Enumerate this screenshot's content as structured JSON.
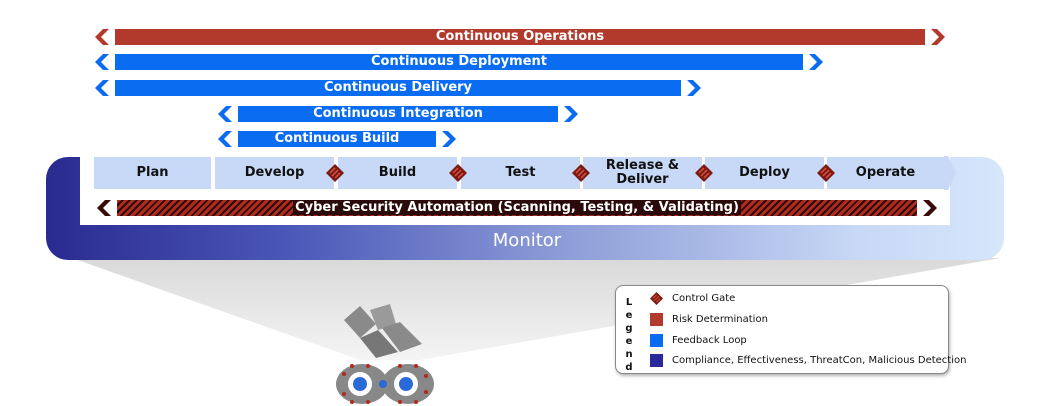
{
  "bars": {
    "operations": {
      "label": "Continuous Operations",
      "color": "#b23a2c"
    },
    "deployment": {
      "label": "Continuous Deployment",
      "color": "#0a6cf0"
    },
    "delivery": {
      "label": "Continuous Delivery",
      "color": "#0a6cf0"
    },
    "integration": {
      "label": "Continuous Integration",
      "color": "#0a6cf0"
    },
    "build": {
      "label": "Continuous Build",
      "color": "#0a6cf0"
    }
  },
  "phases": [
    "Plan",
    "Develop",
    "Build",
    "Test",
    "Release & Deliver",
    "Deploy",
    "Operate"
  ],
  "cyber": {
    "label": "Cyber Security Automation (Scanning, Testing, & Validating)"
  },
  "monitor": {
    "label": "Monitor"
  },
  "legend": {
    "title": "Legend",
    "items": [
      {
        "label": "Control Gate",
        "icon": "control-gate-icon"
      },
      {
        "label": "Risk Determination",
        "color": "#b23a2c"
      },
      {
        "label": "Feedback Loop",
        "color": "#0a6cf0"
      },
      {
        "label": "Compliance, Effectiveness, ThreatCon, Malicious Detection",
        "color": "#2a2a9a"
      }
    ]
  }
}
